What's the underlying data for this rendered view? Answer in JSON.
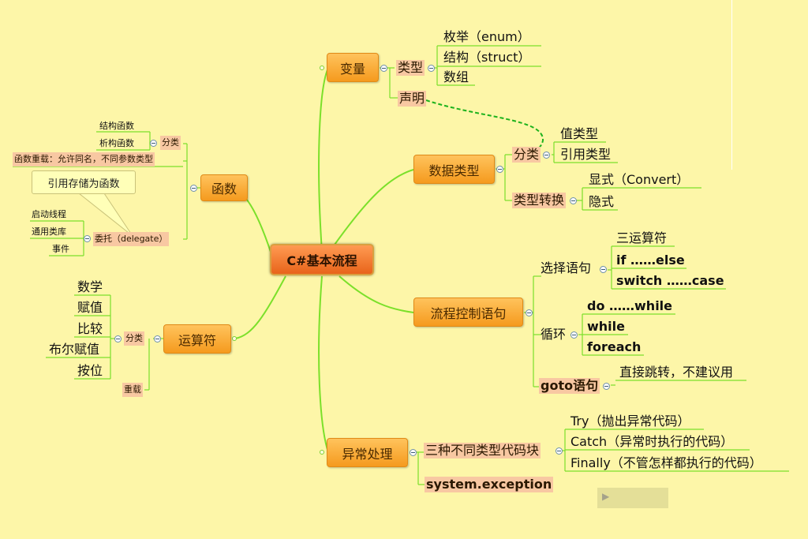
{
  "central": "C#基本流程",
  "variables": {
    "label": "变量",
    "type_label": "类型",
    "types": [
      "枚举（enum）",
      "结构（struct）",
      "数组"
    ],
    "declare": "声明"
  },
  "data_types": {
    "label": "数据类型",
    "category_label": "分类",
    "categories": [
      "值类型",
      "引用类型"
    ],
    "conversion_label": "类型转换",
    "conversions": [
      "显式（Convert）",
      "隐式"
    ]
  },
  "flow_control": {
    "label": "流程控制语句",
    "selection_label": "选择语句",
    "selection": [
      "三运算符",
      "if ……else",
      "switch ……case"
    ],
    "loop_label": "循环",
    "loops": [
      "do ……while",
      "while",
      "foreach"
    ],
    "goto_label": "goto语句",
    "goto_note": "直接跳转，不建议用"
  },
  "exceptions": {
    "label": "异常处理",
    "blocks_label": "三种不同类型代码块",
    "blocks": [
      "Try（抛出异常代码）",
      "Catch（异常时执行的代码）",
      "Finally（不管怎样都执行的代码）"
    ],
    "system_exception": "system.exception"
  },
  "functions": {
    "label": "函数",
    "category_label": "分类",
    "categories": [
      "结构函数",
      "析构函数"
    ],
    "overload": "函数重载：允许同名，不同参数类型",
    "delegate_label": "委托（delegate）",
    "delegate_note": "引用存储为函数",
    "delegate_items": [
      "启动线程",
      "通用类库",
      "事件"
    ]
  },
  "operators": {
    "label": "运算符",
    "category_label": "分类",
    "categories": [
      "数学",
      "赋值",
      "比较",
      "布尔赋值",
      "按位"
    ],
    "overload_label": "重载"
  },
  "colors": {
    "background": "#fdf6a8",
    "branch": "#7be02a",
    "node": "#f59a1e",
    "central": "#e8641a",
    "subtopic": "#f8c8a2",
    "relationship": "#1db21d"
  }
}
